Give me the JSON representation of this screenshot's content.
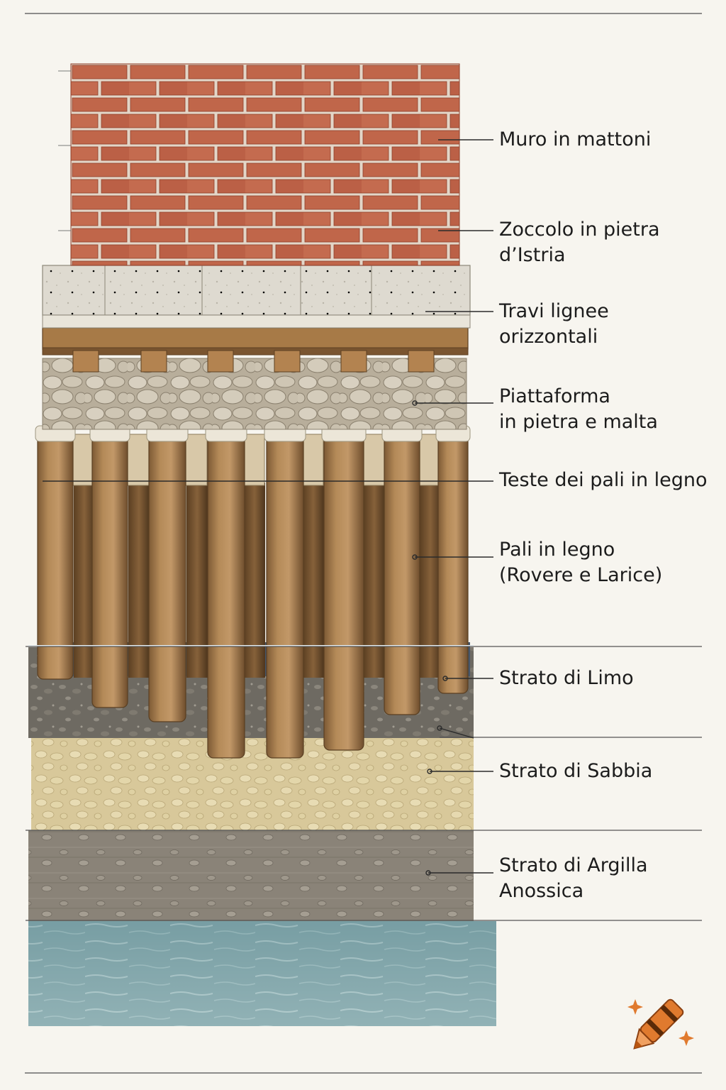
{
  "labels": {
    "brick_wall": {
      "lines": [
        "Muro in mattoni"
      ]
    },
    "istrian_plinth": {
      "lines": [
        "Zoccolo in pietra",
        "d’Istria"
      ]
    },
    "timber_beams": {
      "lines": [
        "Travi lignee",
        "orizzontali"
      ]
    },
    "stone_platform": {
      "lines": [
        "Piattaforma",
        "in pietra e malta"
      ]
    },
    "pile_heads": {
      "lines": [
        "Teste dei pali in legno"
      ]
    },
    "wooden_piles": {
      "lines": [
        "Pali in legno",
        "(Rovere e Larice)"
      ]
    },
    "silt_layer": {
      "lines": [
        "Strato di Limo"
      ]
    },
    "sand_layer": {
      "lines": [
        "Strato di Sabbia"
      ]
    },
    "clay_layer": {
      "lines": [
        "Strato di Argilla",
        "Anossica"
      ]
    }
  },
  "colors": {
    "background": "#f7f5ef",
    "brick": "#c0664a",
    "mortar": "#eadfd3",
    "stone": "#dcd8cc",
    "wood": "#a67c4e",
    "silt": "#6b6760",
    "sand": "#d9c99a",
    "clay": "#8c857a",
    "water": "#7fa7ad",
    "logo": "#e07a2e"
  },
  "icons": {
    "logo": "crayon-icon"
  }
}
